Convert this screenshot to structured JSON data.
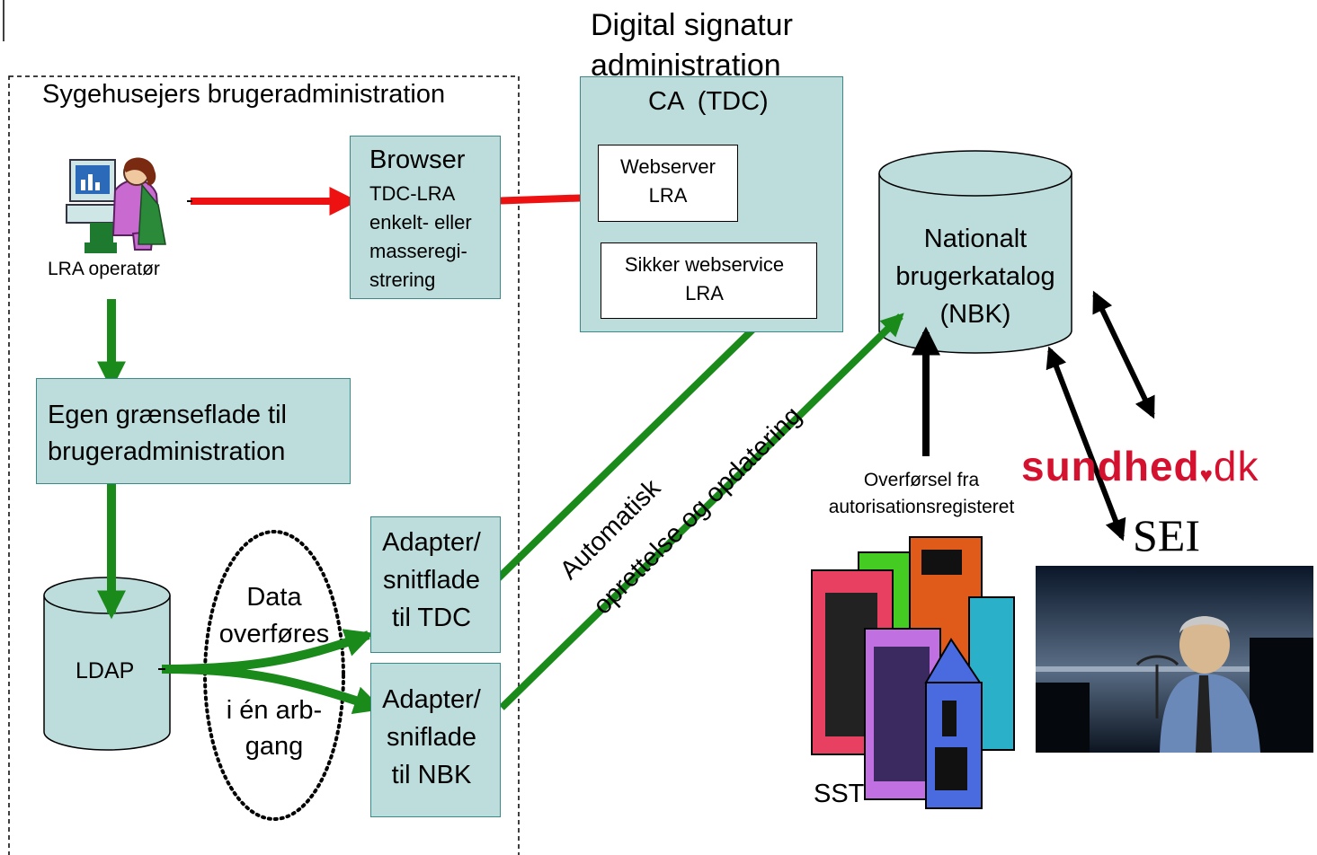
{
  "titles": {
    "digital_signatur": "Digital signatur",
    "administration": "administration",
    "sygehus": "Sygehusejers brugeradministration",
    "ca": "CA  (TDC)"
  },
  "browser": {
    "title": "Browser",
    "lines": [
      "TDC-LRA",
      "enkelt- eller",
      "masseregi-",
      "strering"
    ]
  },
  "webserver": {
    "lines": [
      "Webserver",
      "LRA"
    ]
  },
  "sikker": {
    "lines": [
      "Sikker webservice",
      "LRA"
    ]
  },
  "operator": {
    "label": "LRA operatør"
  },
  "egen": {
    "lines": [
      "Egen grænseflade til",
      "brugeradministration"
    ]
  },
  "ldap": {
    "label": "LDAP"
  },
  "ellipse": {
    "lines": [
      "Data",
      "overføres",
      "i én arb-",
      "gang"
    ]
  },
  "adapter_tdc": {
    "lines": [
      "Adapter/",
      "snitflade",
      "til TDC"
    ]
  },
  "adapter_nbk": {
    "lines": [
      "Adapter/",
      "sniflade",
      "til NBK"
    ]
  },
  "auto": {
    "line1": "Automatisk",
    "line2": "oprettelse og opdatering"
  },
  "nbk": {
    "lines": [
      "Nationalt",
      "brugerkatalog",
      "(NBK)"
    ]
  },
  "overfoersel": {
    "lines": [
      "Overførsel fra",
      "autorisationsregisteret"
    ]
  },
  "sundhed": {
    "name": "sundhed",
    "suffix": "dk"
  },
  "sei": {
    "label": "SEI"
  },
  "sst": {
    "label": "SST"
  },
  "colors": {
    "box_fill": "#bddcdc",
    "green": "#1a8a1a",
    "red": "#ee1111",
    "brand_red": "#d4122f"
  }
}
